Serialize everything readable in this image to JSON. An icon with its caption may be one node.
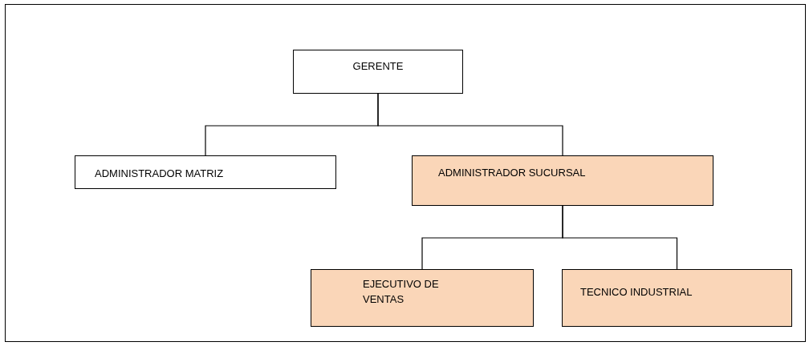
{
  "diagram": {
    "nodes": [
      {
        "text": [
          "GERENTE"
        ]
      },
      {
        "text": [
          "ADMINISTRADOR MATRIZ"
        ]
      },
      {
        "text": [
          "ADMINISTRADOR SUCURSAL"
        ]
      },
      {
        "text": [
          "EJECUTIVO DE VENTAS"
        ]
      },
      {
        "text": [
          "TECNICO INDUSTRIAL"
        ]
      }
    ],
    "edges": [
      {
        "from": 0,
        "to": 1,
        "arrow": "none"
      },
      {
        "from": 0,
        "to": 2,
        "arrow": "none"
      },
      {
        "from": 2,
        "to": 3,
        "arrow": "none"
      },
      {
        "from": 2,
        "to": 4,
        "arrow": "none"
      }
    ]
  }
}
